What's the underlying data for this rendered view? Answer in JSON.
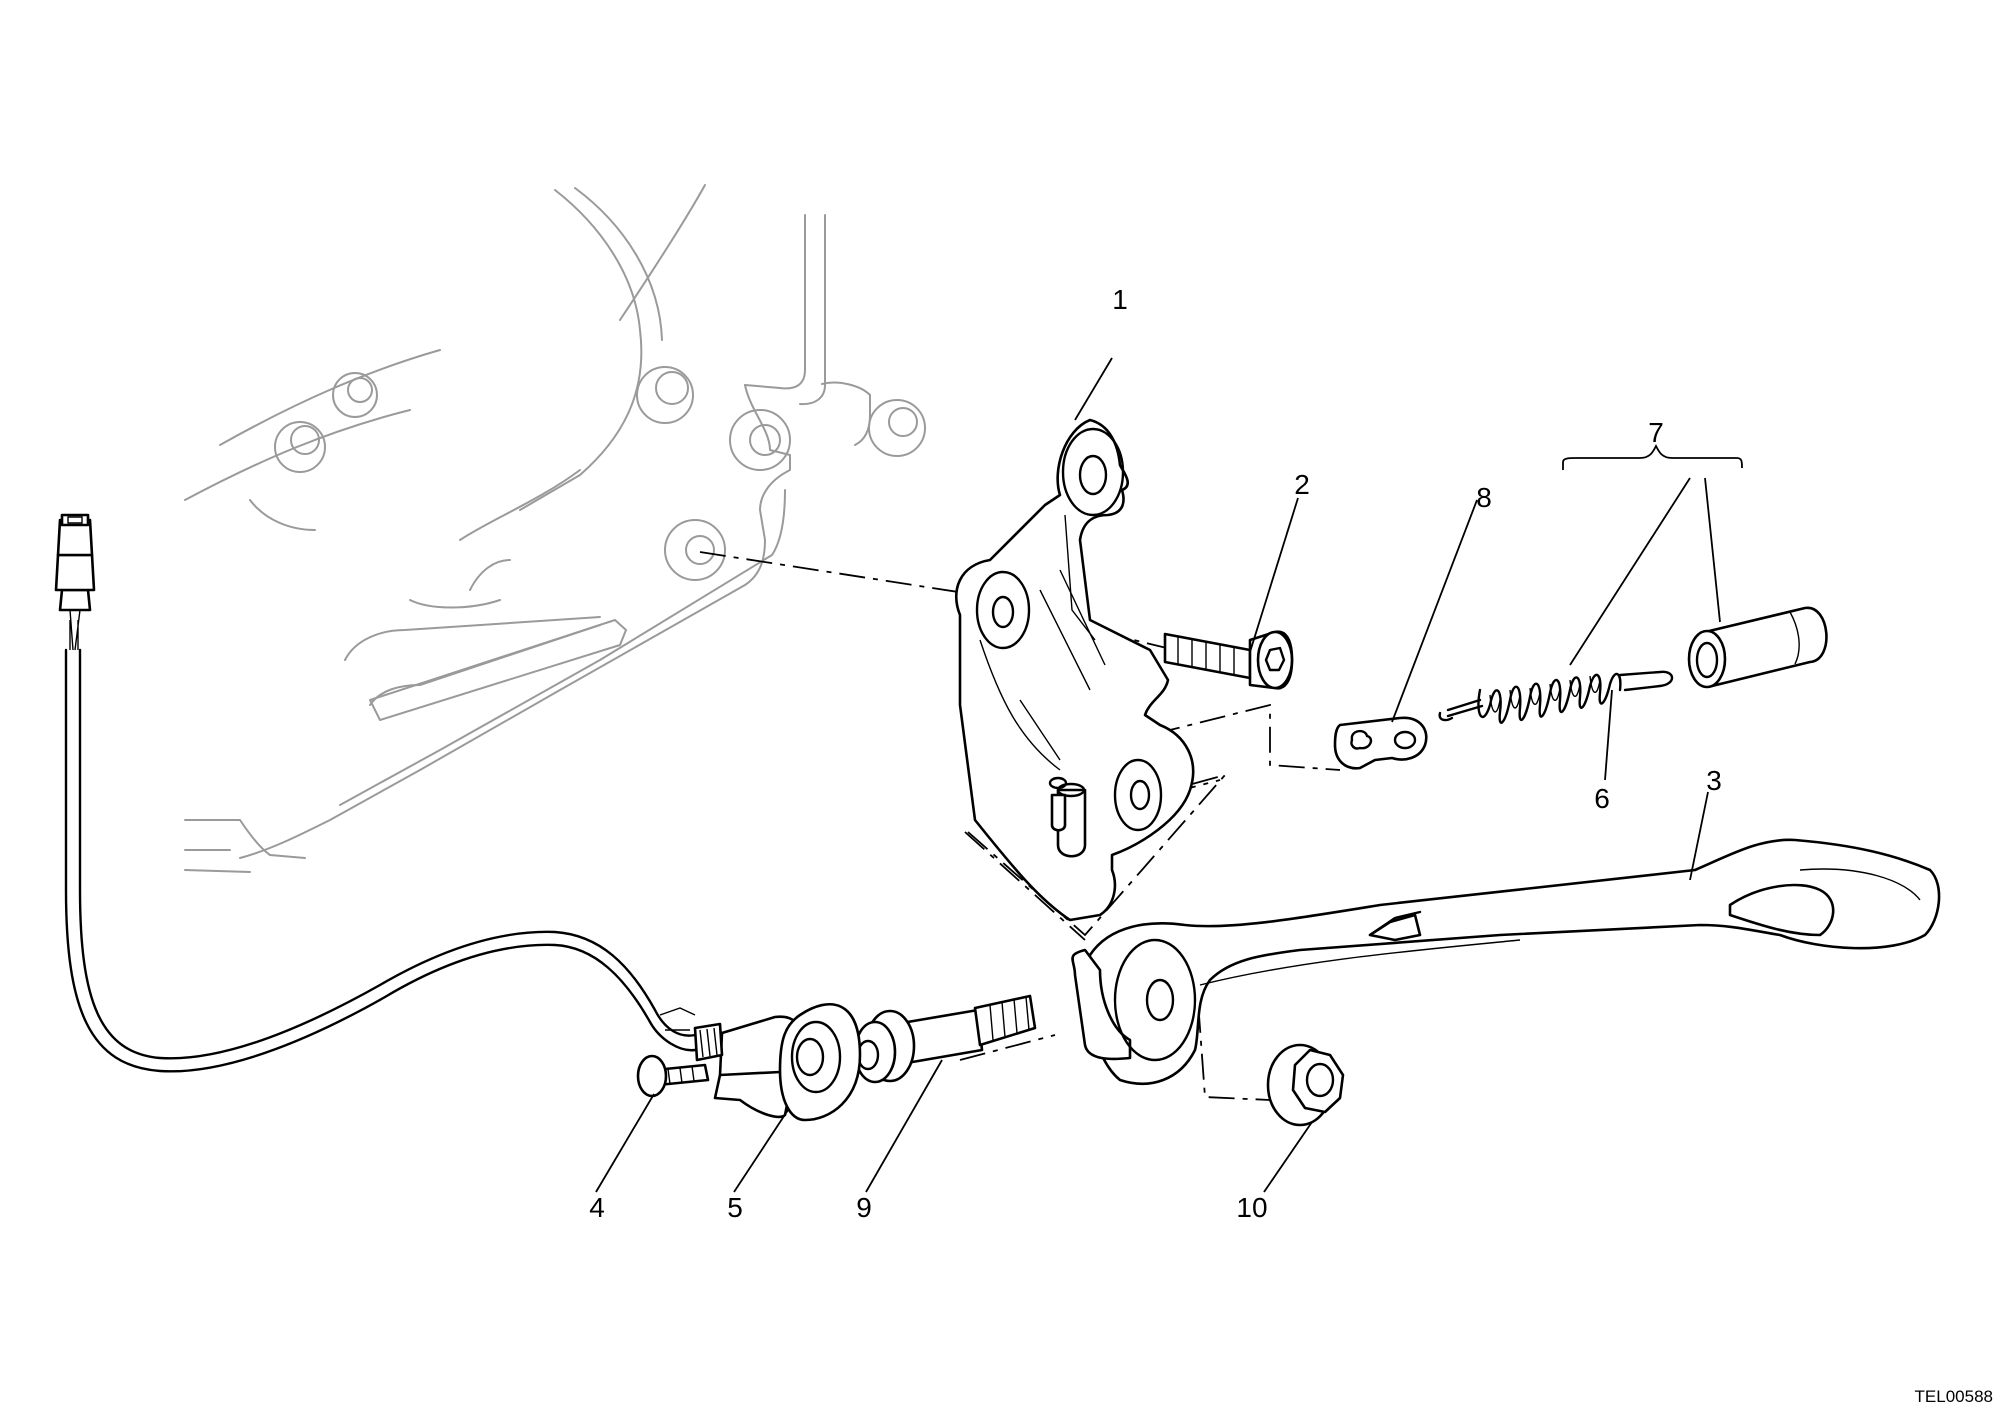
{
  "diagram": {
    "callouts": {
      "c1": "1",
      "c2": "2",
      "c3": "3",
      "c4": "4",
      "c5": "5",
      "c6": "6",
      "c7": "7",
      "c8": "8",
      "c9": "9",
      "c10": "10"
    },
    "drawing_code": "TEL00588"
  }
}
